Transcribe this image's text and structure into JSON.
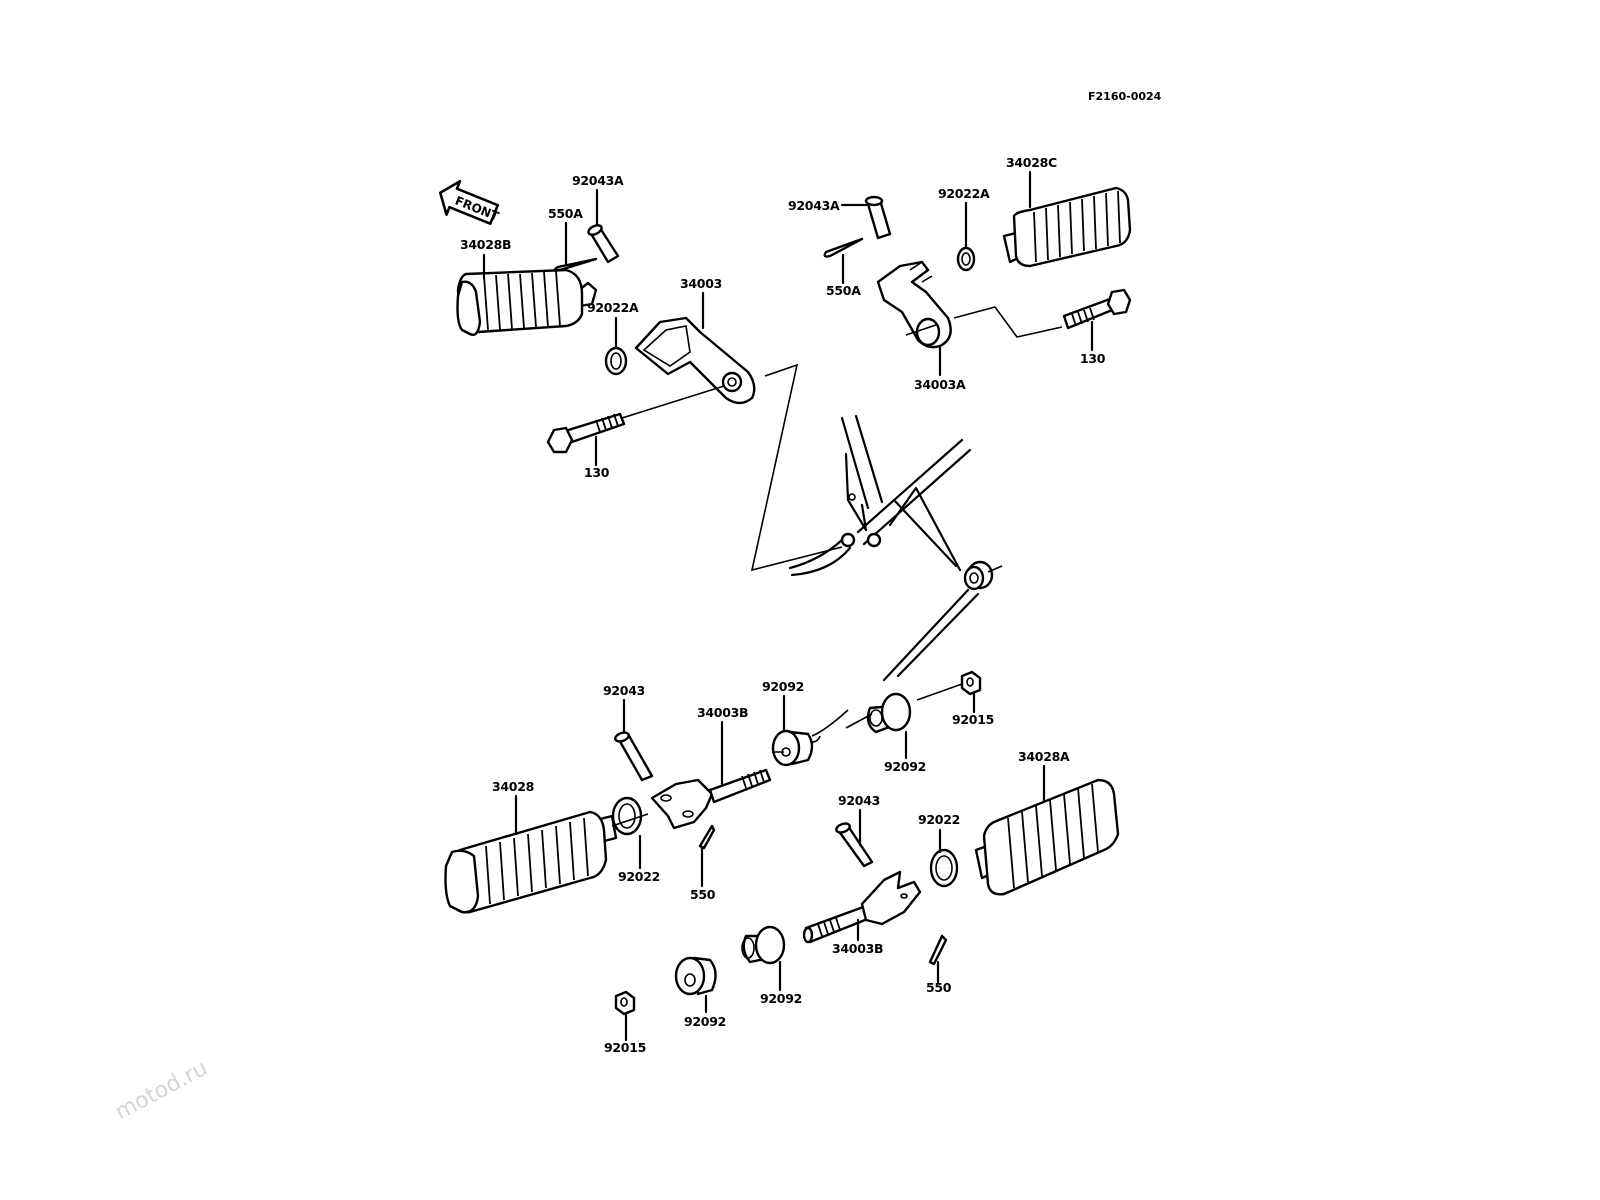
{
  "diagram": {
    "figure_code": "F2160-0024",
    "watermark": "motod.ru",
    "front_indicator": "FRONT",
    "line_color": "#000000",
    "watermark_color": "#d4d4d4",
    "background_color": "#ffffff"
  },
  "upper_left_assembly": {
    "footpeg": "34028B",
    "washer": "92022A",
    "bracket": "34003",
    "pin": "92043A",
    "cotter_pin": "550A",
    "bolt": "130"
  },
  "upper_right_assembly": {
    "footpeg": "34028C",
    "washer": "92022A",
    "bracket": "34003A",
    "pin": "92043A",
    "cotter_pin": "550A",
    "bolt": "130"
  },
  "lower_left_assembly": {
    "footpeg": "34028",
    "washer": "92022",
    "bracket": "34003B",
    "pin": "92043",
    "cotter_pin": "550",
    "damper_upper": "92092",
    "damper_lower_a": "92092",
    "damper_lower_b": "92092",
    "nut": "92015"
  },
  "lower_right_assembly": {
    "footpeg": "34028A",
    "washer": "92022",
    "bracket": "34003B",
    "pin": "92043",
    "cotter_pin": "550",
    "damper": "92092",
    "nut": "92015"
  }
}
